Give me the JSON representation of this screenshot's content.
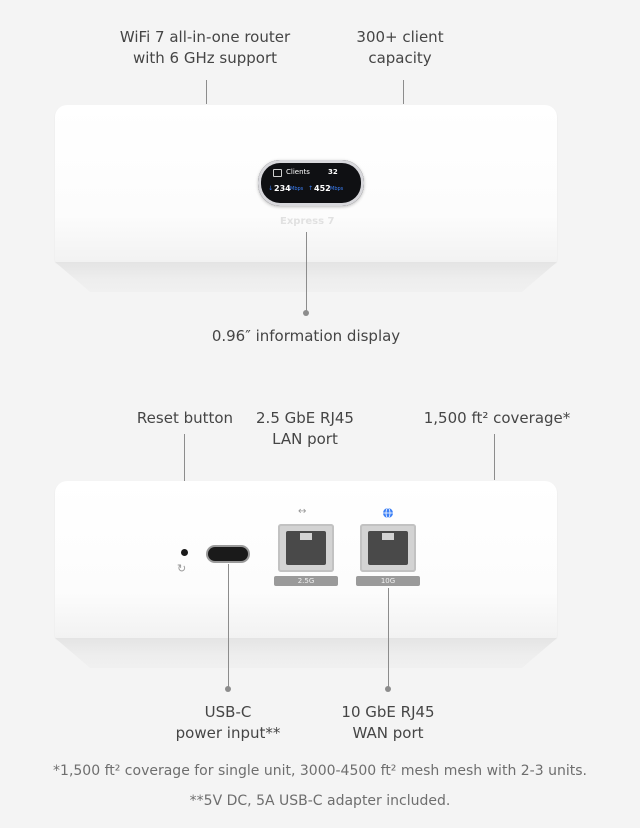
{
  "front": {
    "label_router": [
      "WiFi 7 all-in-one router",
      "with 6 GHz support"
    ],
    "label_capacity": [
      "300+ client",
      "capacity"
    ],
    "label_display": "0.96″ information display",
    "brand": "Express 7",
    "screen": {
      "title": "Clients",
      "count": "32",
      "down_value": "234",
      "down_unit": "Mbps",
      "up_value": "452",
      "up_unit": "Mbps",
      "down_arrow": "↓",
      "up_arrow": "↑"
    }
  },
  "back": {
    "label_reset": "Reset button",
    "label_lan": [
      "2.5 GbE RJ45",
      "LAN port"
    ],
    "label_coverage": "1,500 ft² coverage*",
    "label_usbc": [
      "USB-C",
      "power input**"
    ],
    "label_wan": [
      "10 GbE RJ45",
      "WAN port"
    ],
    "lan_tag": "2.5G",
    "wan_tag": "10G",
    "lan_icon": "↔",
    "reset_icon": "↻"
  },
  "footnotes": [
    "*1,500 ft² coverage for single unit, 3000-4500 ft² mesh mesh with 2-3 units.",
    "**5V DC, 5A USB-C adapter included."
  ],
  "colors": {
    "background": "#f4f4f4",
    "device": "#ffffff",
    "accent_blue": "#3b7ff6"
  }
}
